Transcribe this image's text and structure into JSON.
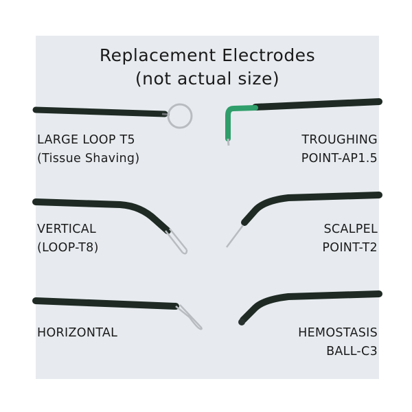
{
  "title": {
    "line1": "Replacement Electrodes",
    "line2": "(not actual size)"
  },
  "electrodes": [
    {
      "name": "LARGE LOOP T5",
      "detail": "(Tissue Shaving)"
    },
    {
      "name": "TROUGHING",
      "detail": "POINT-AP1.5"
    },
    {
      "name": "VERTICAL",
      "detail": "(LOOP-T8)"
    },
    {
      "name": "SCALPEL",
      "detail": "POINT-T2"
    },
    {
      "name": "HORIZONTAL",
      "detail": ""
    },
    {
      "name": "HEMOSTASIS",
      "detail": "BALL-C3"
    }
  ],
  "colors": {
    "background": "#e7ebef",
    "shaft": "#1f2a24",
    "insulation_accent": "#2f9e6a",
    "wire": "#b8bcc0"
  }
}
